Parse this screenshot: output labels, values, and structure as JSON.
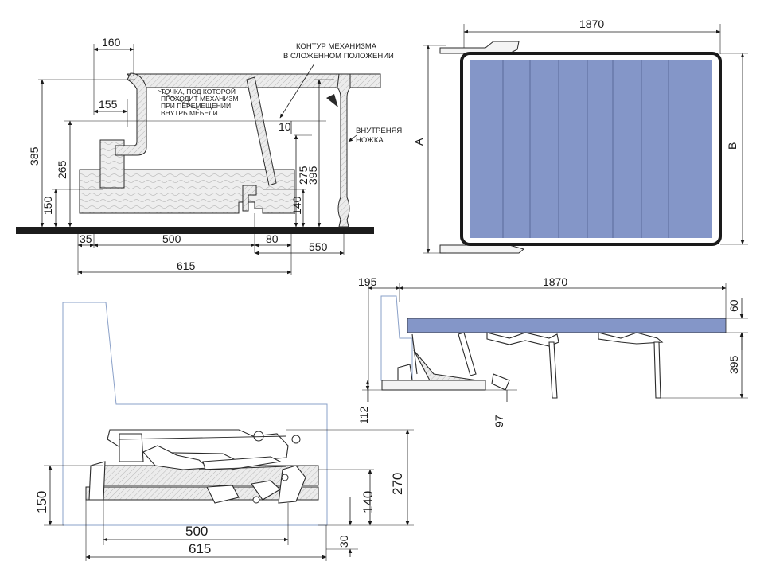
{
  "diagram_1_side_section": {
    "dim_160": "160",
    "dim_155": "155",
    "dim_385": "385",
    "dim_265": "265",
    "dim_150": "150",
    "dim_10": "10",
    "dim_275": "275",
    "dim_395": "395",
    "dim_140": "140",
    "dim_35": "35",
    "dim_500": "500",
    "dim_80": "80",
    "dim_550": "550",
    "dim_615": "615",
    "note_pivot_line1": "ТОЧКА, ПОД КОТОРОЙ",
    "note_pivot_line2": "ПРОХОДИТ МЕХАНИЗМ",
    "note_pivot_line3": "ПРИ ПЕРЕМЕЩЕНИИ",
    "note_pivot_line4": "ВНУТРЬ МЕБЕЛИ",
    "callout_contour_line1": "КОНТУР МЕХАНИЗМА",
    "callout_contour_line2": "В СЛОЖЕННОМ ПОЛОЖЕНИИ",
    "callout_leg_line1": "ВНУТРЕНЯЯ",
    "callout_leg_line2": "НОЖКА"
  },
  "diagram_2_top_plan": {
    "dim_width": "1870",
    "label_A": "A",
    "label_B": "B",
    "mattress_color": "#8496c8"
  },
  "diagram_3_unfolded_side": {
    "dim_195": "195",
    "dim_1870": "1870",
    "dim_60": "60",
    "dim_395": "395",
    "dim_112": "112",
    "dim_97": "97",
    "mattress_color": "#8496c8"
  },
  "diagram_4_folded_side": {
    "dim_150": "150",
    "dim_500": "500",
    "dim_615": "615",
    "dim_140": "140",
    "dim_270": "270",
    "dim_30": "30"
  }
}
